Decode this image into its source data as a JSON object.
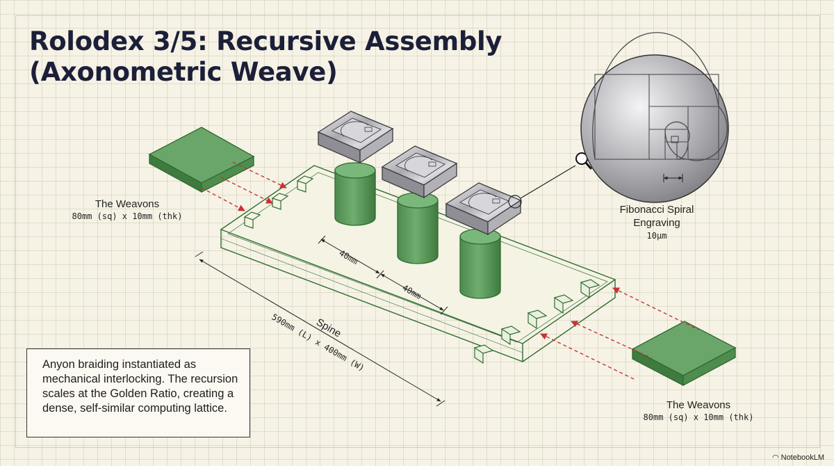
{
  "title": {
    "line1": "Rolodex 3/5: Recursive Assembly",
    "line2": "(Axonometric Weave)"
  },
  "weavons_left": {
    "name": "The Weavons",
    "spec": "80mm (sq) x 10mm (thk)"
  },
  "weavons_right": {
    "name": "The Weavons",
    "spec": "80mm (sq) x 10mm (thk)"
  },
  "spine": {
    "label": "Spine",
    "spec": "590mm (L) x 400mm (W)"
  },
  "spacing": {
    "a": "40mm",
    "b": "40mm"
  },
  "fibonacci": {
    "line1": "Fibonacci Spiral",
    "line2": "Engraving",
    "size": "10μm"
  },
  "caption": "Anyon braiding instantiated as mechanical interlocking. The recursion scales at the Golden Ratio, creating a dense, self-similar computing lattice.",
  "brand": {
    "icon": "notebooklm-icon",
    "name": "NotebookLM"
  },
  "colors": {
    "green_fill": "#5c9a5c",
    "green_line": "#2f6b2f",
    "red_arrow": "#c83232",
    "title": "#1c1f38",
    "paper": "#f6f3e6",
    "metal": "#b9b9bd"
  }
}
